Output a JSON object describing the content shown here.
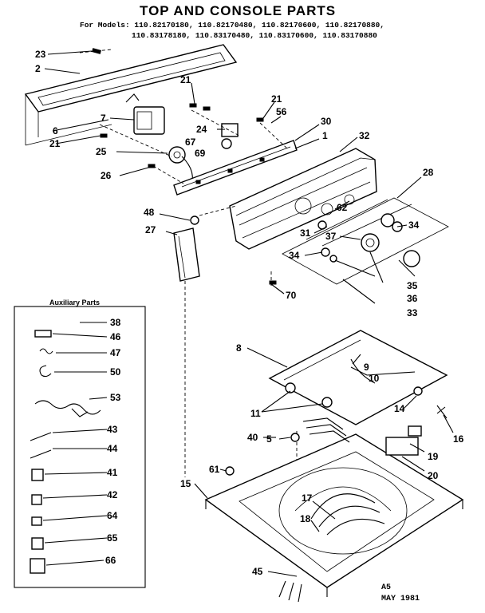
{
  "title": "TOP AND CONSOLE PARTS",
  "models_line1": "For Models: 110.82170180, 110.82170480, 110.82170600, 110.82170880,",
  "models_line2": "110.83178180, 110.83170480, 110.83170600, 110.83170880",
  "auxiliary_title": "Auxiliary Parts",
  "stamp_line1": "A5",
  "stamp_line2": "MAY 1981",
  "callouts": [
    "23",
    "2",
    "21",
    "21",
    "56",
    "30",
    "1",
    "32",
    "6",
    "7",
    "24",
    "67",
    "69",
    "21",
    "25",
    "26",
    "28",
    "48",
    "62",
    "34",
    "27",
    "31",
    "37",
    "34",
    "35",
    "36",
    "33",
    "70",
    "38",
    "46",
    "47",
    "50",
    "53",
    "43",
    "44",
    "41",
    "42",
    "64",
    "65",
    "66",
    "8",
    "9",
    "10",
    "11",
    "14",
    "16",
    "40",
    "5",
    "19",
    "20",
    "61",
    "15",
    "17",
    "18",
    "45"
  ]
}
